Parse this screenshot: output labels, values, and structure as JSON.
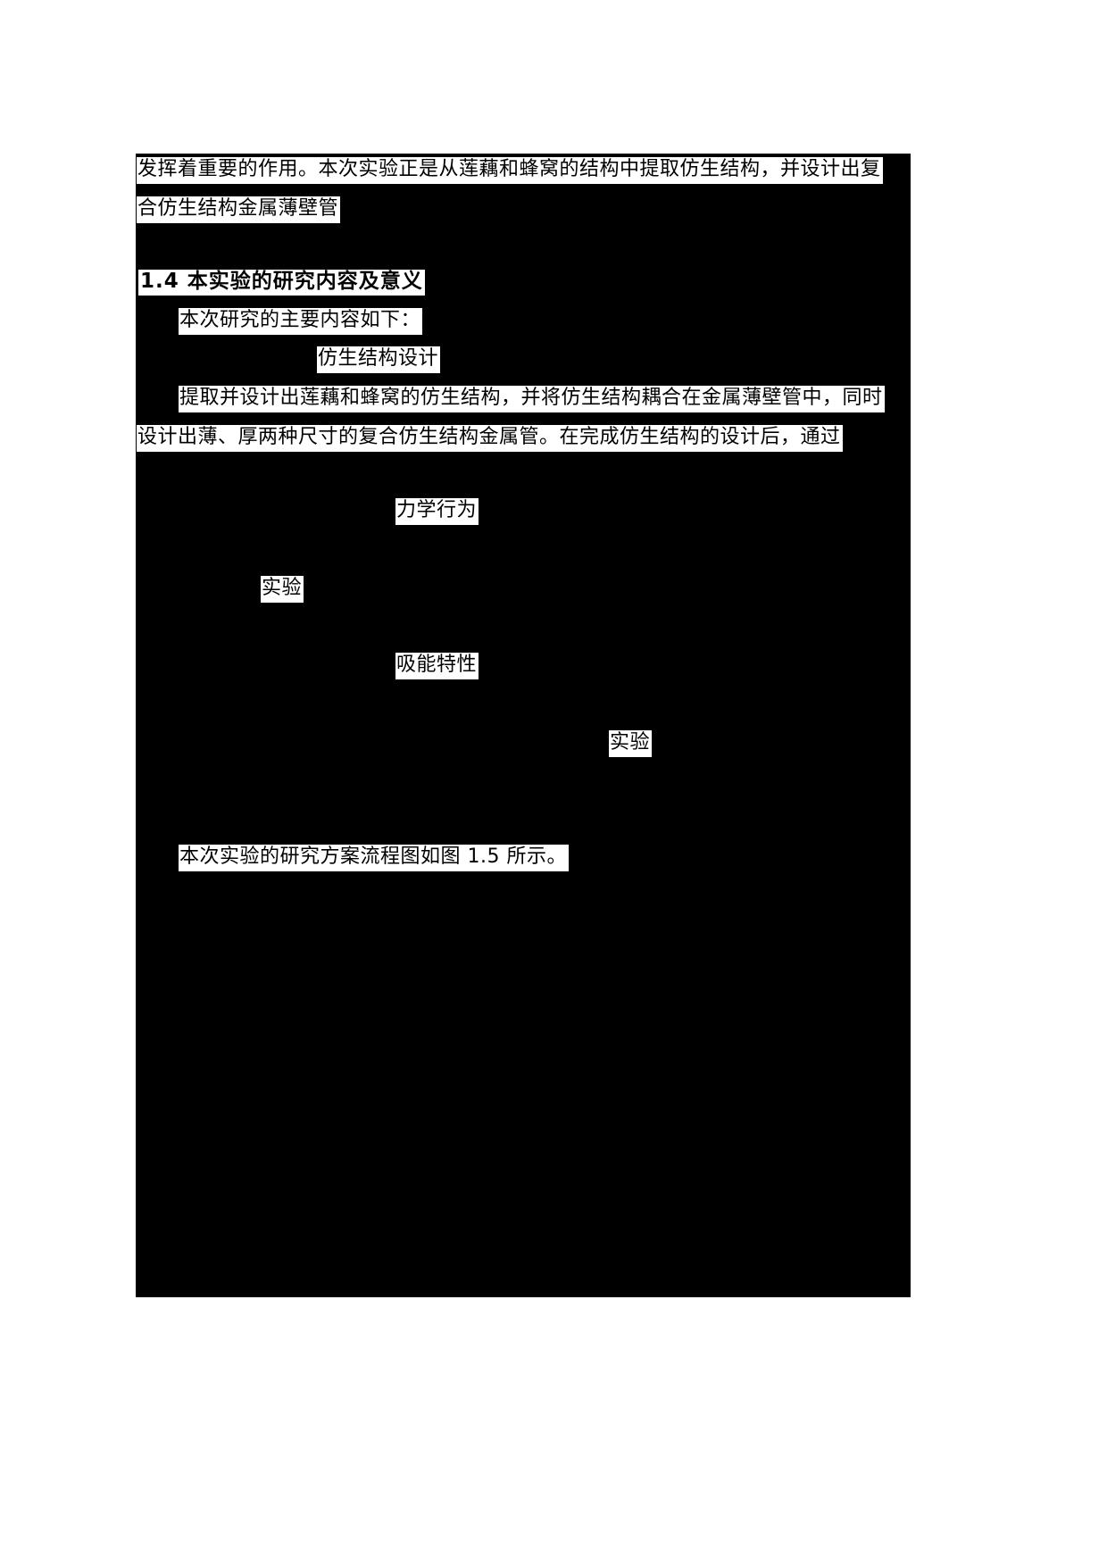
{
  "document": {
    "type": "academic-thesis-page",
    "language": "zh-CN",
    "page_background": "#ffffff",
    "redaction_color": "#000000",
    "highlight_color": "#ffffff",
    "text_color": "#000000"
  },
  "content": {
    "paragraph_top": {
      "line1": "发挥着重要的作用。本次实验正是从莲藕和蜂窝的结构中提取仿生结构，并设计出复",
      "line2": "合仿生结构金属薄壁管"
    },
    "section_heading": "1.4 本实验的研究内容及意义",
    "intro_line": "本次研究的主要内容如下：",
    "item_1_title": "仿生结构设计",
    "paragraph_body": {
      "line1": "提取并设计出莲藕和蜂窝的仿生结构，并将仿生结构耦合在金属薄壁管中，同时",
      "line2": "设计出薄、厚两种尺寸的复合仿生结构金属管。在完成仿生结构的设计后，通过"
    },
    "fragment_mechanical_behavior": "力学行为",
    "fragment_experiment_1": "实验",
    "fragment_energy_absorption": "吸能特性",
    "fragment_experiment_2": "实验",
    "closing_line": "本次实验的研究方案流程图如图 1.5 所示。"
  }
}
